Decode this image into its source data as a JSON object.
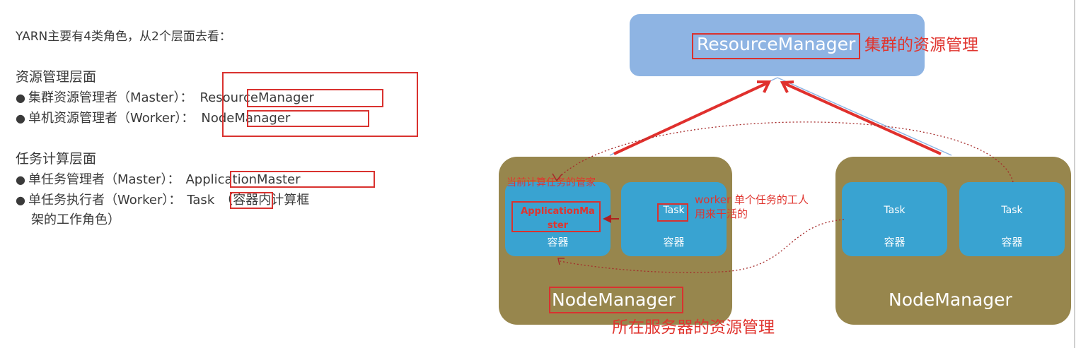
{
  "left": {
    "title": "YARN主要有4类角色，从2个层面去看：",
    "resource_section": {
      "heading": "资源管理层面",
      "items": [
        {
          "prefix": "集群资源管理者（Master）：",
          "value": "ResourceManager"
        },
        {
          "prefix": "单机资源管理者（Worker）：",
          "value": "NodeManager"
        }
      ]
    },
    "compute_section": {
      "heading": "任务计算层面",
      "items": [
        {
          "prefix": "单任务管理者（Master）：",
          "value": "ApplicationMaster",
          "suffix": ""
        },
        {
          "prefix": "单任务执行者（Worker）：",
          "value": "Task",
          "suffix": "（容器内计算框",
          "suffix2": "架的工作角色）"
        }
      ]
    },
    "bullet_glyph": "●"
  },
  "diagram": {
    "resource_manager": {
      "label": "ResourceManager",
      "annotation": "集群的资源管理"
    },
    "node_manager_1": {
      "label": "NodeManager",
      "annotation": "所在服务器的资源管理",
      "containers": [
        {
          "task": "ApplicationMa",
          "task_line2": "ster",
          "label": "容器"
        },
        {
          "task": "Task",
          "label": "容器"
        }
      ]
    },
    "node_manager_2": {
      "label": "NodeManager",
      "containers": [
        {
          "task": "Task",
          "label": "容器"
        },
        {
          "task": "Task",
          "label": "容器"
        }
      ]
    },
    "annotations": {
      "am_note": "当前计算任务的管家",
      "worker_note_line1": "worker 单个任务的工人",
      "worker_note_line2": "用来干活的"
    },
    "colors": {
      "resource_manager_fill": "#8eb4e3",
      "node_manager_fill": "#97864d",
      "container_fill": "#39a3d1",
      "highlight_red": "#d9322f"
    }
  }
}
